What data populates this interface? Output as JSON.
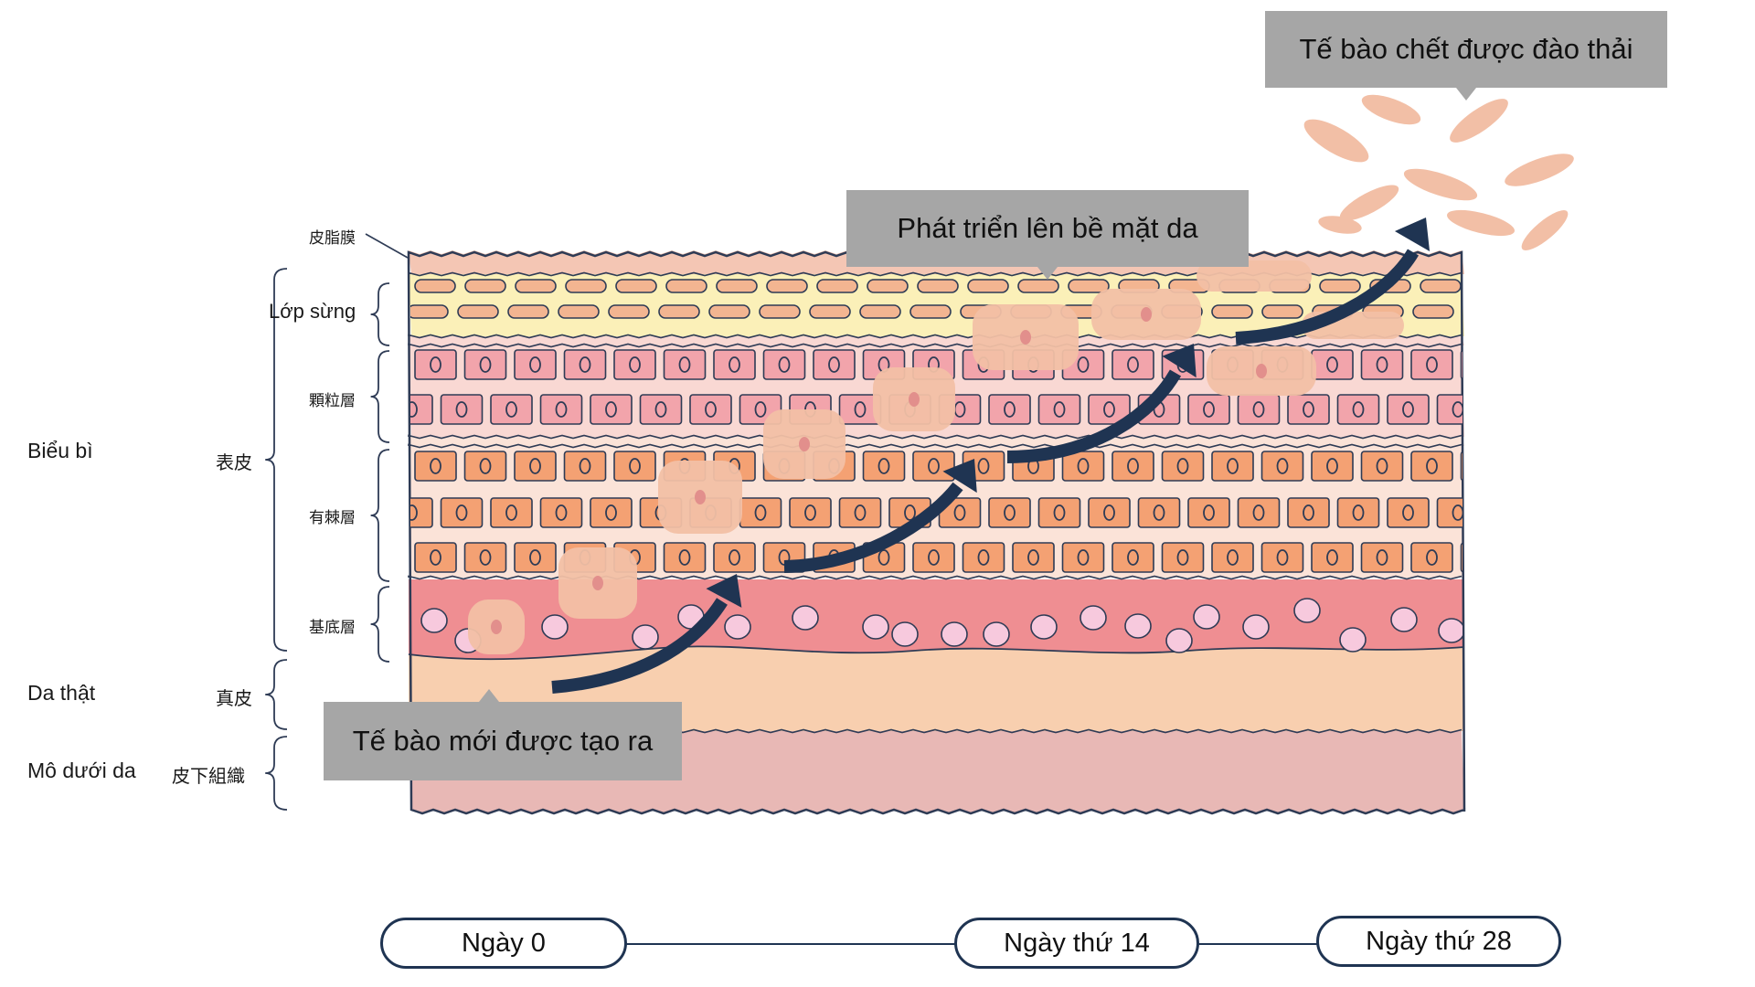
{
  "labels": {
    "left": {
      "epidermis": "Biểu bì",
      "dermis": "Da thật",
      "subcutis": "Mô dưới da"
    },
    "mid": {
      "epidermis": "表皮",
      "dermis": "真皮",
      "subcutis": "皮下組織"
    },
    "layers": {
      "sebum": "皮脂膜",
      "stratum_corneum": "Lớp sừng",
      "granular": "顆粒層",
      "spinous": "有棘層",
      "basal": "基底層"
    }
  },
  "callouts": {
    "new_cells": "Tế bào mới được tạo ra",
    "rise": "Phát triển lên bề mặt da",
    "shed": "Tế bào chết được đào thải"
  },
  "timeline": [
    "Ngày 0",
    "Ngày thứ 14",
    "Ngày thứ 28"
  ],
  "colors": {
    "outline": "#2e3b55",
    "sebum": "#f4c6b4",
    "stratum_corneum": "#fbf0b8",
    "corneum_cell": "#f3b591",
    "granular": "#f9d8d3",
    "granular_cell": "#f2a4ab",
    "spinous": "#fbe3d8",
    "spinous_cell": "#f4a173",
    "basal": "#ef8e92",
    "basal_cell": "#f7c9dd",
    "dermis": "#f8cfaf",
    "subcutis": "#e8b8b5",
    "migrating_cell": "#f2c0a5",
    "nucleus": "#e28f8c",
    "arrow": "#1f3452",
    "callout": "#a6a6a6"
  }
}
